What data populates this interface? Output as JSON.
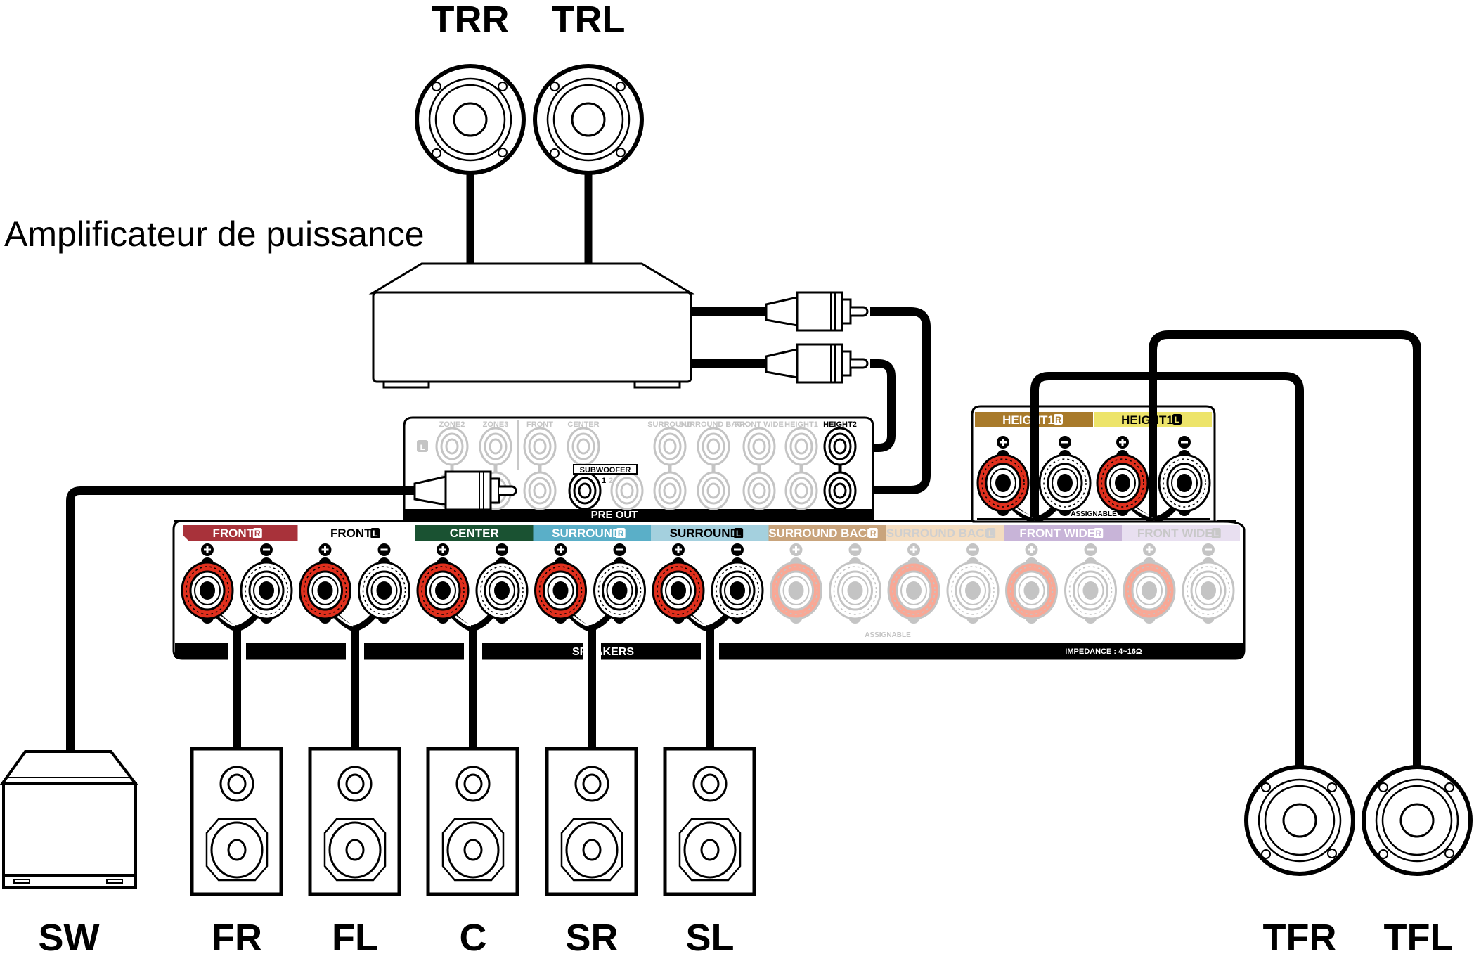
{
  "title_labels": {
    "amp_caption": "Amplificateur de puissance",
    "top_speakers": [
      "TRR",
      "TRL"
    ],
    "bottom_speakers": [
      "SW",
      "FR",
      "FL",
      "C",
      "SR",
      "SL"
    ],
    "right_speakers": [
      "TFR",
      "TFL"
    ]
  },
  "preout": {
    "title": "PRE OUT",
    "side_badge": "L",
    "channels": [
      {
        "label": "ZONE2",
        "active": false
      },
      {
        "label": "ZONE3",
        "active": false
      },
      {
        "label": "FRONT",
        "active": false
      },
      {
        "label": "CENTER",
        "active": false
      },
      {
        "label": "SURROUND",
        "active": false
      },
      {
        "label": "SURROUND BACK",
        "active": false
      },
      {
        "label": "FRONT WIDE",
        "active": false
      },
      {
        "label": "HEIGHT1",
        "active": false
      },
      {
        "label": "HEIGHT2",
        "active": true
      }
    ],
    "subwoofer_label": "SUBWOOFER",
    "subwoofer_ports": [
      "1",
      "2"
    ],
    "subwoofer_active_port": "1"
  },
  "speakers_panel": {
    "title": "SPEAKERS",
    "impedance": "IMPEDANCE : 4~16Ω",
    "assignable_label": "ASSIGNABLE",
    "segments": [
      {
        "label": "FRONT",
        "side": "R",
        "color": "#a8323a",
        "text_color": "#ffffff",
        "active": true
      },
      {
        "label": "FRONT",
        "side": "L",
        "color": "#ffffff",
        "text_color": "#000000",
        "active": true
      },
      {
        "label": "CENTER",
        "side": "",
        "color": "#1a5232",
        "text_color": "#ffffff",
        "active": true
      },
      {
        "label": "SURROUND",
        "side": "R",
        "color": "#5aafc8",
        "text_color": "#ffffff",
        "active": true
      },
      {
        "label": "SURROUND",
        "side": "L",
        "color": "#a4d0de",
        "text_color": "#000000",
        "active": true
      },
      {
        "label": "SURROUND BACK",
        "side": "R",
        "color": "#c9a47c",
        "text_color": "#ffffff",
        "active": false
      },
      {
        "label": "SURROUND BACK",
        "side": "L",
        "color": "#f3dcc0",
        "text_color": "#cfcfcf",
        "active": false
      },
      {
        "label": "FRONT WIDE",
        "side": "R",
        "color": "#c8b4d8",
        "text_color": "#ffffff",
        "active": false
      },
      {
        "label": "FRONT WIDE",
        "side": "L",
        "color": "#e8dff0",
        "text_color": "#c8c8c8",
        "active": false
      }
    ]
  },
  "height_panel": {
    "assignable_label": "ASSIGNABLE",
    "segments": [
      {
        "label": "HEIGHT1",
        "side": "R",
        "color": "#a87a2a",
        "text_color": "#ffffff"
      },
      {
        "label": "HEIGHT1",
        "side": "L",
        "color": "#ede46a",
        "text_color": "#000000"
      }
    ]
  },
  "colors": {
    "positive_terminal": "#e0301e",
    "positive_terminal_inactive": "#f8a896",
    "inactive_gray": "#c4c4c4",
    "cable": "#000000"
  }
}
